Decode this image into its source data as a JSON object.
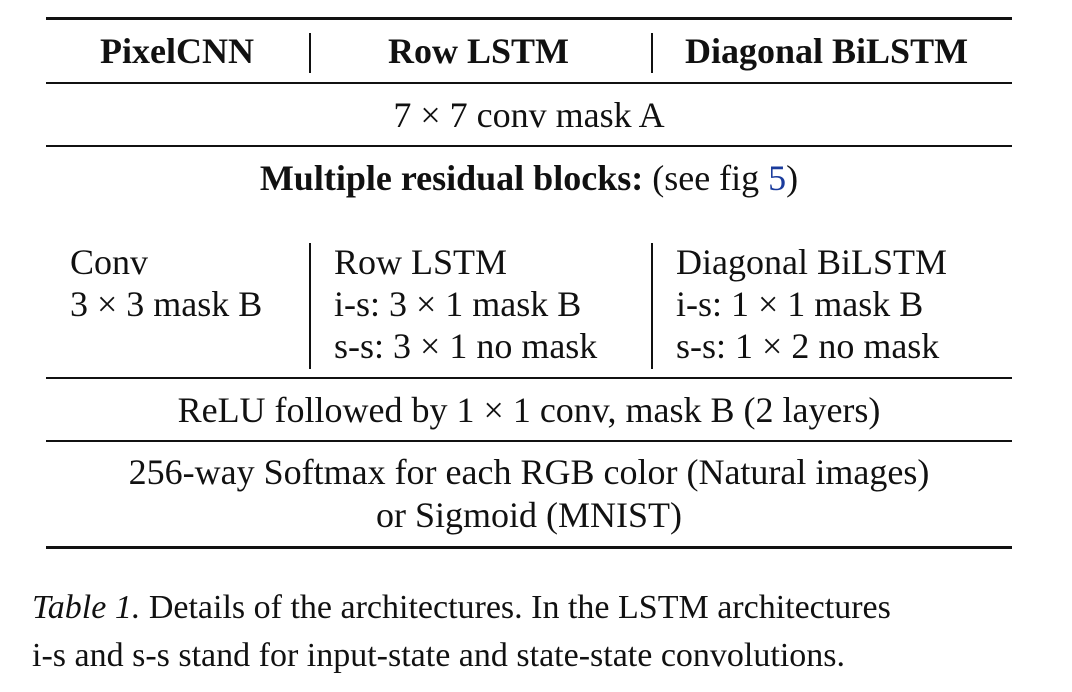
{
  "table": {
    "header": [
      "PixelCNN",
      "Row LSTM",
      "Diagonal BiLSTM"
    ],
    "row_input": "7 × 7 conv mask A",
    "residual": {
      "label_bold": "Multiple residual blocks:",
      "label_rest_pre": "(see fig ",
      "fig_ref": "5",
      "label_rest_post": ")"
    },
    "blocks": [
      [
        "Conv",
        "3 × 3 mask B",
        ""
      ],
      [
        "Row LSTM",
        "i-s: 3 × 1 mask B",
        "s-s: 3 × 1 no mask"
      ],
      [
        "Diagonal BiLSTM",
        "i-s: 1 × 1 mask B",
        "s-s: 1 × 2 no mask"
      ]
    ],
    "row_relu": "ReLU followed by 1 × 1 conv, mask B (2 layers)",
    "row_output": [
      "256-way Softmax for each RGB color (Natural images)",
      "or Sigmoid (MNIST)"
    ]
  },
  "caption": {
    "label": "Table 1.",
    "line1": " Details of the architectures.  In the LSTM architectures",
    "line2": "i-s and s-s stand for input-state and state-state convolutions."
  }
}
